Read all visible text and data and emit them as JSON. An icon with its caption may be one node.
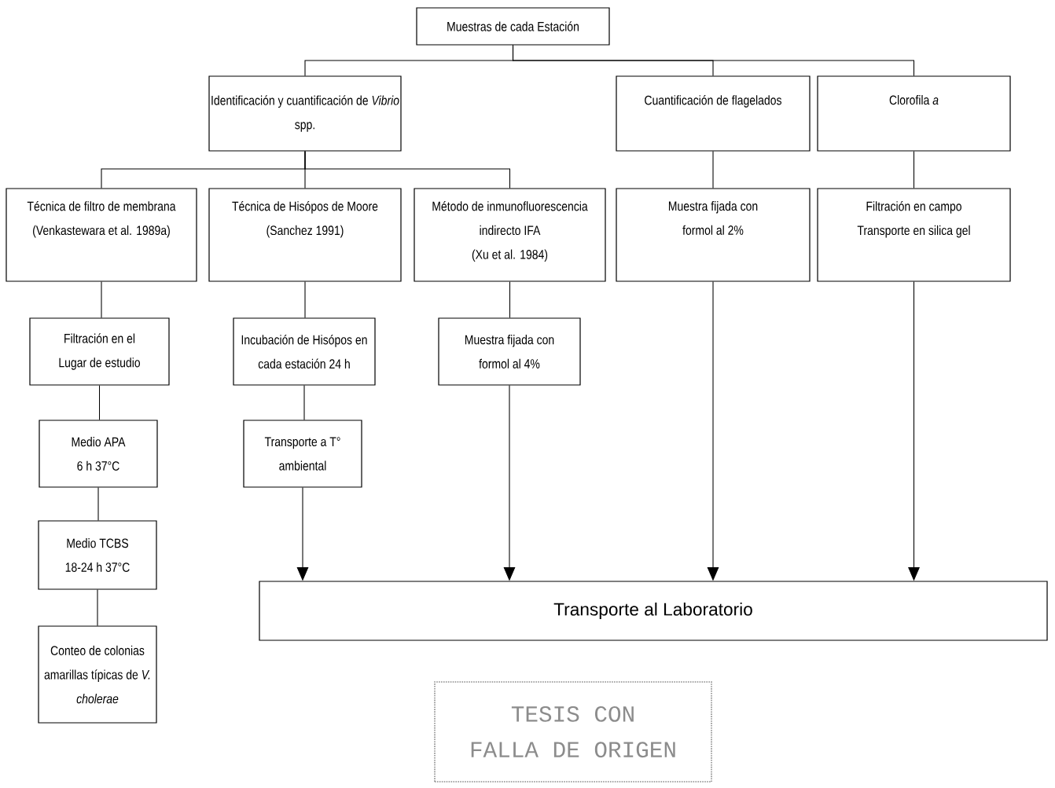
{
  "diagram": {
    "nodes": [
      {
        "text": [
          "Muestras de cada  Estación"
        ]
      },
      {
        "text": [
          "Identificación y cuantificación de *Vibrio* spp."
        ]
      },
      {
        "text": [
          "Cuantificación de flagelados"
        ]
      },
      {
        "text": [
          "Clorofila *a*"
        ]
      },
      {
        "text": [
          "Técnica de filtro de membrana",
          "(Venkastewara et al. 1989a)"
        ]
      },
      {
        "text": [
          "Técnica de Hisópos de Moore",
          "(Sanchez 1991)"
        ]
      },
      {
        "text": [
          "Método de inmunofluorescencia indirecto IFA",
          "(Xu et al. 1984)"
        ]
      },
      {
        "text": [
          "Muestra fijada con formol al 2%"
        ]
      },
      {
        "text": [
          "Filtración en campo",
          "Transporte en silica gel"
        ]
      },
      {
        "text": [
          "Filtración en el Lugar de estudio"
        ]
      },
      {
        "text": [
          "Incubación de Hisópos en cada estación 24 h"
        ]
      },
      {
        "text": [
          "Muestra fijada con formol al 4%"
        ]
      },
      {
        "text": [
          "Medio APA 6 h 37°C"
        ]
      },
      {
        "text": [
          "Transporte a T° ambiental"
        ]
      },
      {
        "text": [
          "Medio TCBS 18-24 h 37°C"
        ]
      },
      {
        "text": [
          "Conteo de colonias amarillas típicas de *V. cholerae*"
        ]
      },
      {
        "text": [
          "Transporte al Laboratorio"
        ]
      },
      {
        "text": [
          "TESIS CON",
          "FALLA DE ORIGEN"
        ]
      }
    ],
    "edges": [
      {
        "from": 0,
        "to": 1,
        "arrow": "none"
      },
      {
        "from": 0,
        "to": 2,
        "arrow": "none"
      },
      {
        "from": 0,
        "to": 3,
        "arrow": "none"
      },
      {
        "from": 1,
        "to": 4,
        "arrow": "none"
      },
      {
        "from": 1,
        "to": 5,
        "arrow": "none"
      },
      {
        "from": 1,
        "to": 6,
        "arrow": "none"
      },
      {
        "from": 2,
        "to": 7,
        "arrow": "none"
      },
      {
        "from": 3,
        "to": 8,
        "arrow": "none"
      },
      {
        "from": 4,
        "to": 9,
        "arrow": "none"
      },
      {
        "from": 9,
        "to": 12,
        "arrow": "none"
      },
      {
        "from": 12,
        "to": 14,
        "arrow": "none"
      },
      {
        "from": 14,
        "to": 15,
        "arrow": "none"
      },
      {
        "from": 5,
        "to": 10,
        "arrow": "none"
      },
      {
        "from": 10,
        "to": 13,
        "arrow": "none"
      },
      {
        "from": 6,
        "to": 11,
        "arrow": "none"
      },
      {
        "from": 13,
        "to": 16,
        "arrow": "to"
      },
      {
        "from": 11,
        "to": 16,
        "arrow": "to"
      },
      {
        "from": 7,
        "to": 16,
        "arrow": "to"
      },
      {
        "from": 8,
        "to": 16,
        "arrow": "to"
      }
    ]
  }
}
